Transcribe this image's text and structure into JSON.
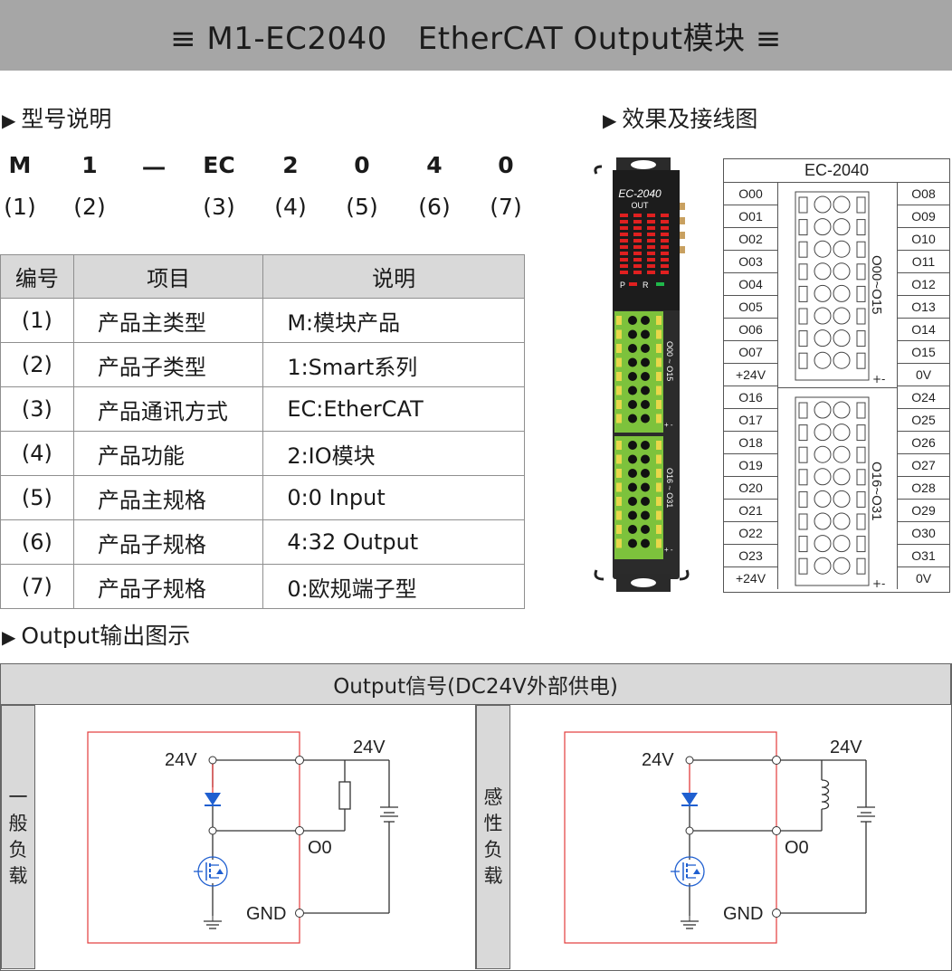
{
  "title": "≡ M1-EC2040   EtherCAT Output模块 ≡",
  "model_section": {
    "heading": "型号说明",
    "code_chars": [
      "M",
      "1",
      "一",
      "EC",
      "2",
      "0",
      "4",
      "0"
    ],
    "code_nums": [
      "(1)",
      "(2)",
      "(3)",
      "(4)",
      "(5)",
      "(6)",
      "(7)"
    ],
    "table": {
      "headers": [
        "编号",
        "项目",
        "说明"
      ],
      "rows": [
        [
          "(1)",
          "产品主类型",
          "M:模块产品"
        ],
        [
          "(2)",
          "产品子类型",
          "1:Smart系列"
        ],
        [
          "(3)",
          "产品通讯方式",
          "EC:EtherCAT"
        ],
        [
          "(4)",
          "产品功能",
          "2:IO模块"
        ],
        [
          "(5)",
          "产品主规格",
          "0:0 Input"
        ],
        [
          "(6)",
          "产品子规格",
          "4:32 Output"
        ],
        [
          "(7)",
          "产品子规格",
          "0:欧规端子型"
        ]
      ]
    }
  },
  "wiring_section": {
    "heading": "效果及接线图",
    "module": {
      "name": "EC-2040",
      "out": "OUT",
      "led_p": "P",
      "led_r": "R",
      "upper_range": "O00 ~ O15",
      "lower_range": "O16 ~ O31",
      "pm": "+ -"
    },
    "table_title": "EC-2040",
    "left_upper": [
      "O00",
      "O01",
      "O02",
      "O03",
      "O04",
      "O05",
      "O06",
      "O07",
      "+24V"
    ],
    "right_upper": [
      "O08",
      "O09",
      "O10",
      "O11",
      "O12",
      "O13",
      "O14",
      "O15",
      "0V"
    ],
    "left_lower": [
      "O16",
      "O17",
      "O18",
      "O19",
      "O20",
      "O21",
      "O22",
      "O23",
      "+24V"
    ],
    "right_lower": [
      "O24",
      "O25",
      "O26",
      "O27",
      "O28",
      "O29",
      "O30",
      "O31",
      "0V"
    ],
    "upper_range": "O00~O15",
    "lower_range": "O16~O31",
    "pm": "+-"
  },
  "output_section": {
    "heading": "Output输出图示",
    "box_title": "Output信号(DC24V外部供电)",
    "left": {
      "label_chars": [
        "一",
        "般",
        "负",
        "载"
      ],
      "v_in": "24V",
      "v_ext": "24V",
      "o": "O0",
      "gnd": "GND"
    },
    "right": {
      "label_chars": [
        "感",
        "性",
        "负",
        "载"
      ],
      "v_in": "24V",
      "v_ext": "24V",
      "o": "O0",
      "gnd": "GND"
    }
  },
  "colors": {
    "title_bg": "#a6a6a6",
    "header_bg": "#d9d9d9",
    "led_red": "#e02020",
    "led_green": "#1fb84a",
    "terminal_green": "#7dc23c",
    "circuit_red": "#e23b3b",
    "diode_blue": "#1f5fd0"
  }
}
